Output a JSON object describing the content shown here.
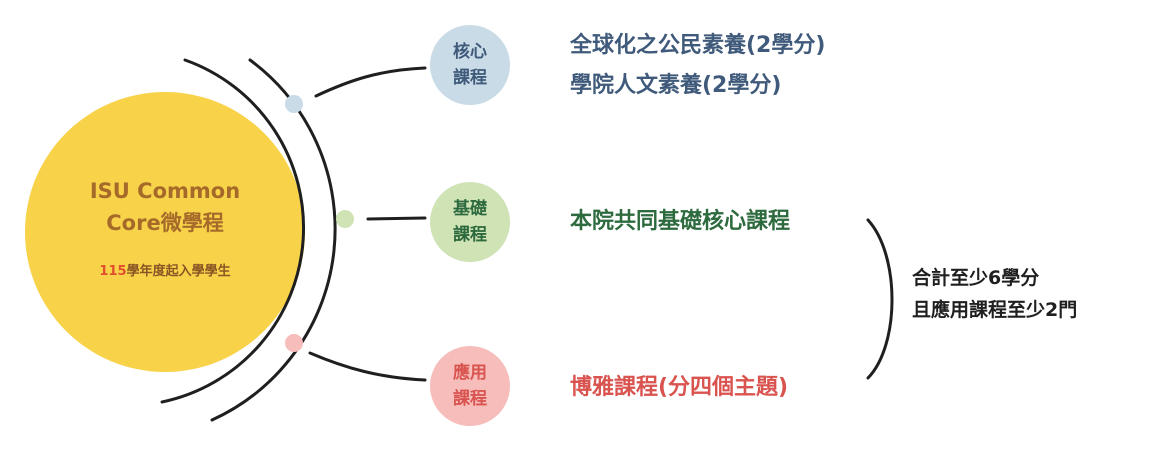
{
  "center": {
    "title_line1": "ISU Common",
    "title_line2": "Core微學程",
    "subtitle_number": "115",
    "subtitle_rest": "學年度起入學學生"
  },
  "branches": [
    {
      "label_line1": "核心",
      "label_line2": "課程",
      "items": [
        "全球化之公民素養(2學分)",
        "學院人文素養(2學分)"
      ]
    },
    {
      "label_line1": "基礎",
      "label_line2": "課程",
      "items": [
        "本院共同基礎核心課程"
      ]
    },
    {
      "label_line1": "應用",
      "label_line2": "課程",
      "items": [
        "博雅課程(分四個主題)"
      ]
    }
  ],
  "summary": {
    "line1": "合計至少6學分",
    "line2": "且應用課程至少2門"
  },
  "colors": {
    "center_fill": "#f8d34a",
    "center_text": "#a56a2a",
    "core_bubble": "#c9dbe6",
    "core_text": "#3f5a7a",
    "basic_bubble": "#cfe3b5",
    "basic_text": "#2d6a3e",
    "applied_bubble": "#f6bdbb",
    "applied_text": "#d9534f",
    "highlight": "#e04e2e",
    "line": "#1f1f1f"
  }
}
